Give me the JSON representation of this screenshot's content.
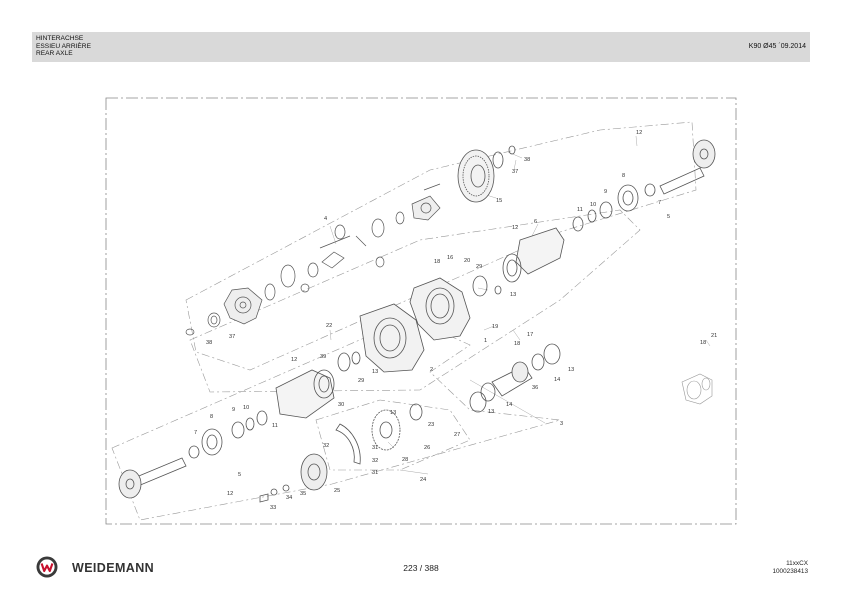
{
  "header": {
    "titles": [
      "HINTERACHSE",
      "ESSIEU ARRIÈRE",
      "REAR AXLE"
    ],
    "model_code": "K90 Ø45 ´09.2014"
  },
  "drawing": {
    "callouts": [
      "1",
      "2",
      "3",
      "4",
      "5",
      "5",
      "6",
      "7",
      "7",
      "8",
      "8",
      "9",
      "9",
      "10",
      "10",
      "11",
      "11",
      "12",
      "12",
      "12",
      "12",
      "13",
      "13",
      "13",
      "13",
      "13",
      "14",
      "14",
      "15",
      "16",
      "17",
      "18",
      "18",
      "18",
      "19",
      "20",
      "21",
      "22",
      "23",
      "24",
      "25",
      "26",
      "27",
      "28",
      "29",
      "29",
      "30",
      "31",
      "31",
      "32",
      "32",
      "33",
      "34",
      "35",
      "36",
      "37",
      "37",
      "38",
      "38",
      "39"
    ]
  },
  "footer": {
    "brand": "WEIDEMANN",
    "page": "223 / 388",
    "doc_ids": [
      "11xxCX",
      "1000238413"
    ]
  }
}
